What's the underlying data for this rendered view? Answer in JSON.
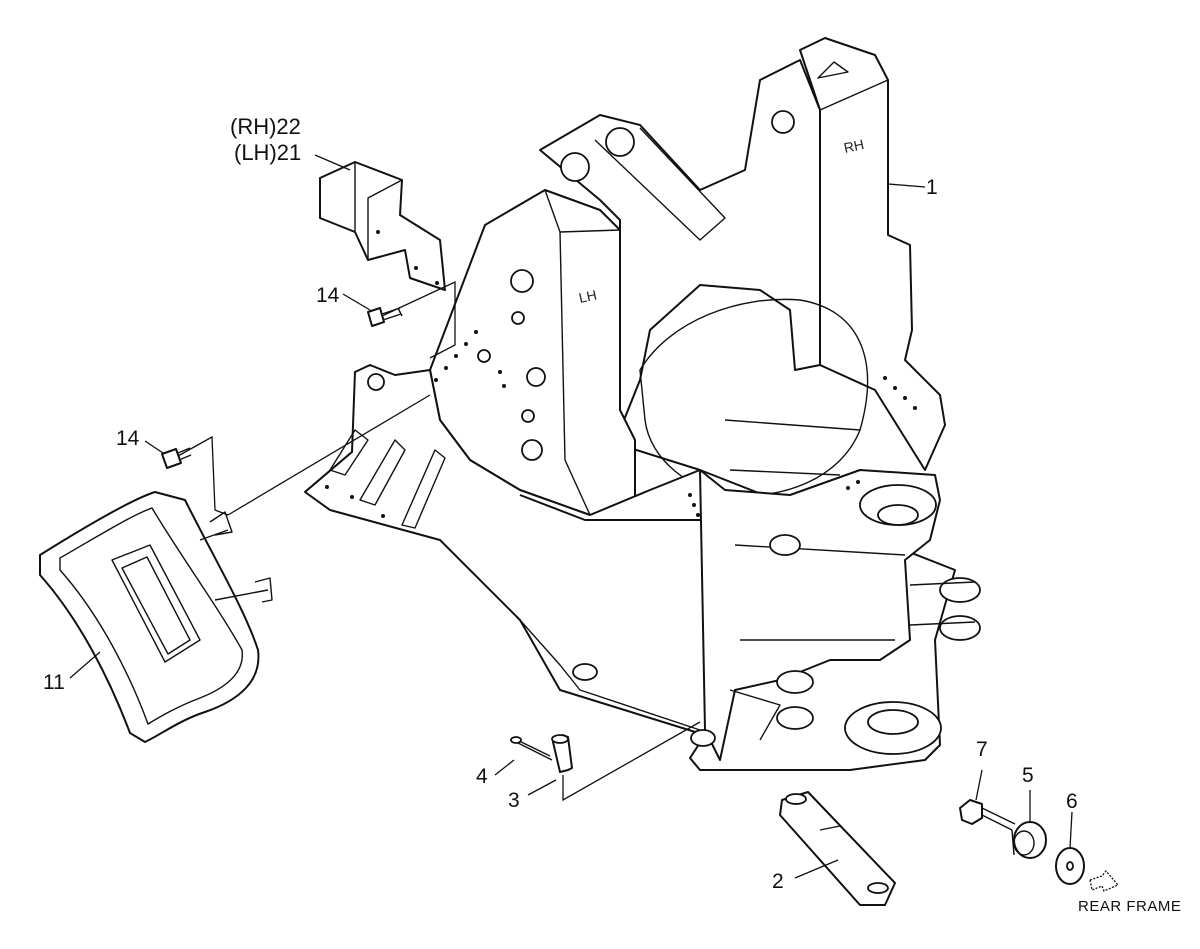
{
  "callouts": {
    "c1": "1",
    "c2": "2",
    "c3": "3",
    "c4": "4",
    "c5": "5",
    "c6": "6",
    "c7": "7",
    "c11": "11",
    "c14a": "14",
    "c14b": "14",
    "c22": "(RH)22",
    "c21": "(LH)21"
  },
  "frame_markings": {
    "rh": "RH",
    "lh": "LH"
  },
  "direction_label": "REAR FRAME"
}
